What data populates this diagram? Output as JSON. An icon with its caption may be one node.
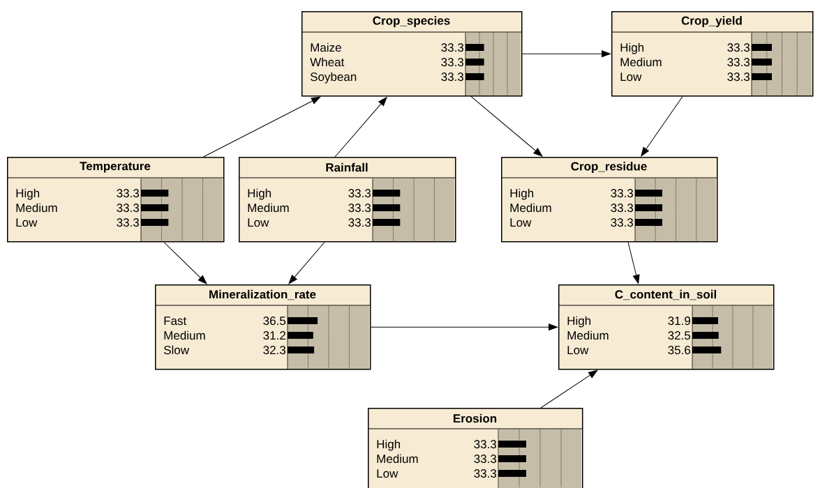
{
  "diagram": {
    "nodes": [
      {
        "text": [
          "Crop_species",
          "Maize",
          "33.3",
          "Wheat",
          "33.3",
          "Soybean",
          "33.3"
        ]
      },
      {
        "text": [
          "Crop_yield",
          "High",
          "33.3",
          "Medium",
          "33.3",
          "Low",
          "33.3"
        ]
      },
      {
        "text": [
          "Temperature",
          "High",
          "33.3",
          "Medium",
          "33.3",
          "Low",
          "33.3"
        ]
      },
      {
        "text": [
          "Rainfall",
          "High",
          "33.3",
          "Medium",
          "33.3",
          "Low",
          "33.3"
        ]
      },
      {
        "text": [
          "Crop_residue",
          "High",
          "33.3",
          "Medium",
          "33.3",
          "Low",
          "33.3"
        ]
      },
      {
        "text": [
          "Mineralization_rate",
          "Fast",
          "36.5",
          "Medium",
          "31.2",
          "Slow",
          "32.3"
        ]
      },
      {
        "text": [
          "C_content_in_soil",
          "High",
          "31.9",
          "Medium",
          "32.5",
          "Low",
          "35.6"
        ]
      },
      {
        "text": [
          "Erosion",
          "High",
          "33.3",
          "Medium",
          "33.3",
          "Low",
          "33.3"
        ]
      }
    ],
    "edges": [
      {
        "from": 2,
        "to": 0,
        "arrow": "to"
      },
      {
        "from": 3,
        "to": 0,
        "arrow": "to"
      },
      {
        "from": 0,
        "to": 1,
        "arrow": "to"
      },
      {
        "from": 0,
        "to": 4,
        "arrow": "to"
      },
      {
        "from": 1,
        "to": 4,
        "arrow": "to"
      },
      {
        "from": 2,
        "to": 5,
        "arrow": "to"
      },
      {
        "from": 3,
        "to": 5,
        "arrow": "to"
      },
      {
        "from": 4,
        "to": 6,
        "arrow": "to"
      },
      {
        "from": 5,
        "to": 6,
        "arrow": "to"
      },
      {
        "from": 7,
        "to": 6,
        "arrow": "to"
      }
    ]
  }
}
